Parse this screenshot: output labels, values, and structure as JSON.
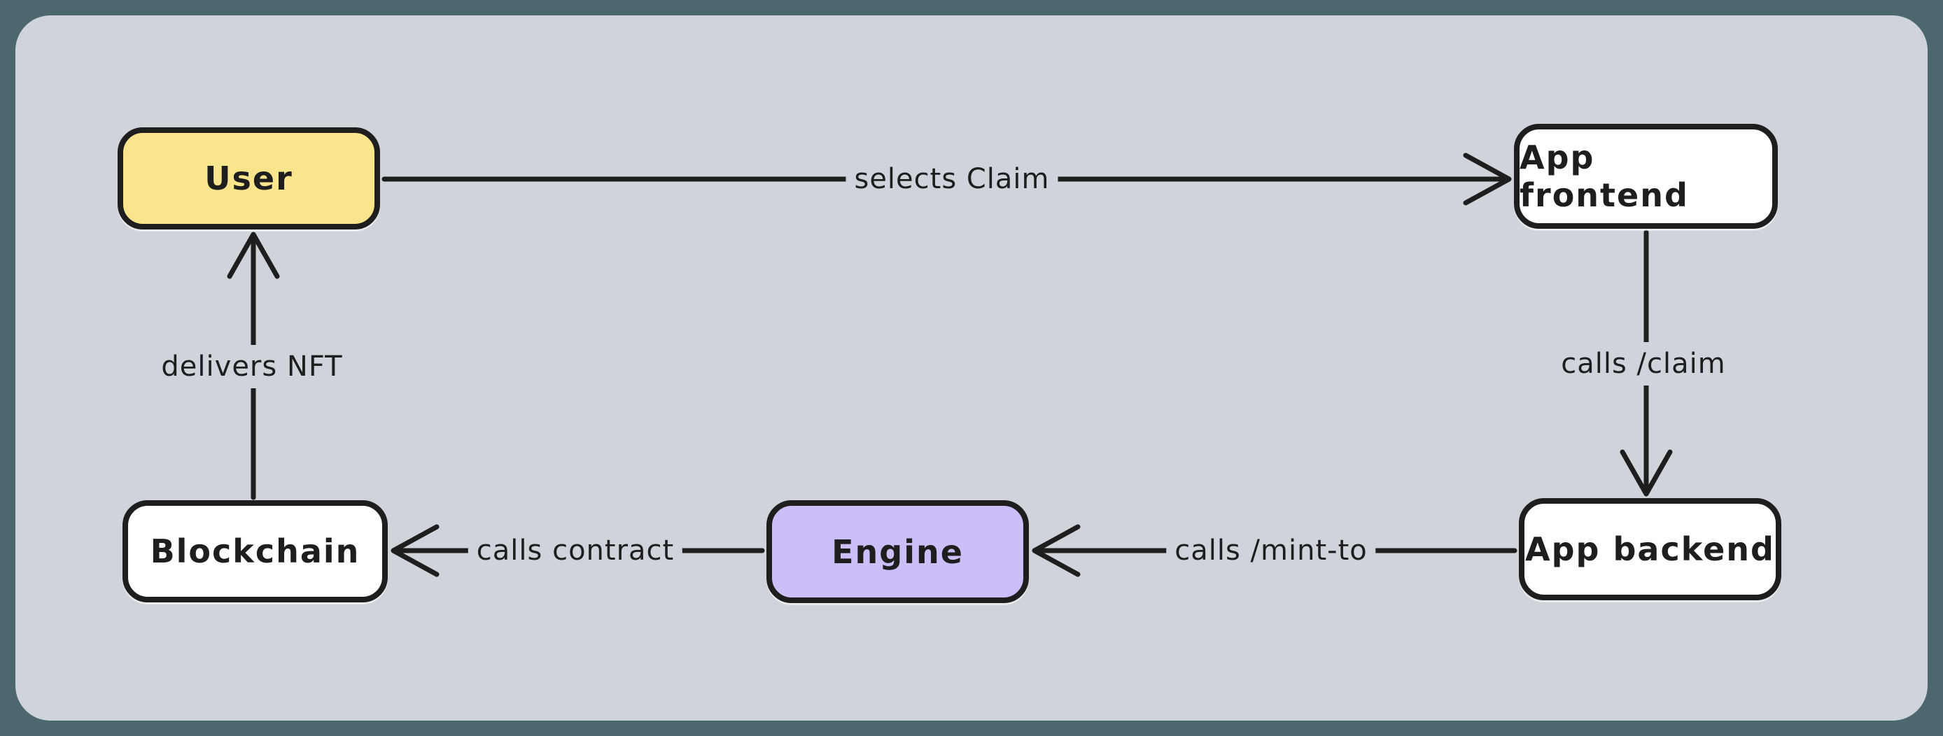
{
  "canvas": {
    "outer_background": "#4d676e",
    "panel_background": "#cfd4da",
    "stroke_color": "#1e1e1e"
  },
  "nodes": [
    {
      "id": "user",
      "label": "User",
      "fill": "#fae58c"
    },
    {
      "id": "app-frontend",
      "label": "App frontend",
      "fill": "#ffffff"
    },
    {
      "id": "app-backend",
      "label": "App backend",
      "fill": "#ffffff"
    },
    {
      "id": "engine",
      "label": "Engine",
      "fill": "#cdbef8"
    },
    {
      "id": "blockchain",
      "label": "Blockchain",
      "fill": "#ffffff"
    }
  ],
  "edges": [
    {
      "id": "selects-claim",
      "from": "User",
      "to": "App frontend",
      "label": "selects Claim"
    },
    {
      "id": "calls-claim",
      "from": "App frontend",
      "to": "App backend",
      "label": "calls /claim"
    },
    {
      "id": "calls-mint-to",
      "from": "App backend",
      "to": "Engine",
      "label": "calls /mint-to"
    },
    {
      "id": "calls-contract",
      "from": "Engine",
      "to": "Blockchain",
      "label": "calls contract"
    },
    {
      "id": "delivers-nft",
      "from": "Blockchain",
      "to": "User",
      "label": "delivers NFT"
    }
  ]
}
